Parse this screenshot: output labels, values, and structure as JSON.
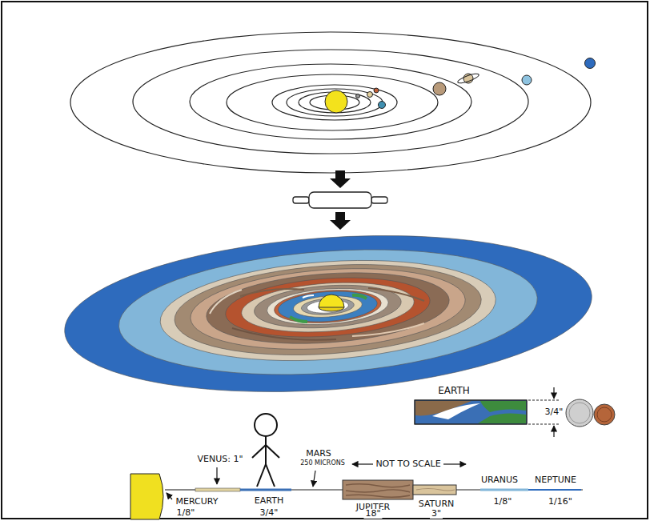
{
  "diagram": {
    "labels": [
      "EARTH",
      "3/4\"",
      "VENUS: 1\"",
      "MARS",
      "250 MICRONS",
      "NOT TO SCALE",
      "URANUS",
      "NEPTUNE",
      "MERCURY",
      "1/8\"",
      "EARTH",
      "3/4\"",
      "JUPITER",
      "18\"",
      "SATURN",
      "3\"",
      "1/8\"",
      "1/16\""
    ]
  }
}
